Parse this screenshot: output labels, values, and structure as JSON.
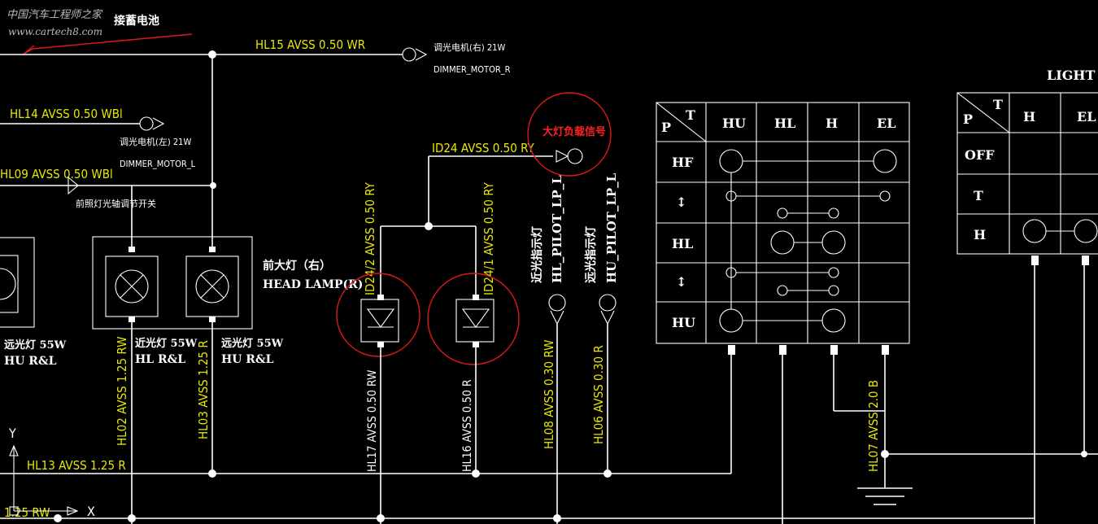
{
  "watermark": {
    "site_cn": "中国汽车工程师之家",
    "site_url": "www.cartech8.com",
    "annotation": "接蓄电池"
  },
  "wires": {
    "hl15": "HL15 AVSS 0.50 WR",
    "hl14": "HL14 AVSS 0.50 WBl",
    "hl09": "HL09 AVSS 0.50 WBl",
    "id24": "ID24 AVSS 0.50 RY",
    "id24_2": "ID24/2 AVSS 0.50 RY",
    "id24_1": "ID24/1 AVSS 0.50 RY",
    "hl02": "HL02 AVSS 1.25 RW",
    "hl03": "HL03 AVSS 1.25 R",
    "hl17": "HL17 AVSS 0.50 RW",
    "hl16": "HL16 AVSS 0.50 R",
    "hl08": "HL08 AVSS 0.30 RW",
    "hl06": "HL06 AVSS 0.30 R",
    "hl07": "HL07 AVSS 2.0 B",
    "hl13": "HL13 AVSS 1.25 R",
    "rw125": "1.25 RW"
  },
  "components": {
    "dimmer_r_cn": "调光电机(右) 21W",
    "dimmer_r": "DIMMER_MOTOR_R",
    "dimmer_l_cn": "调光电机(左) 21W",
    "dimmer_l": "DIMMER_MOTOR_L",
    "dimmer_switch_cn": "前照灯光轴调节开关",
    "head_lamp_cn": "前大灯（右）",
    "head_lamp": "HEAD LAMP(R)",
    "lamp1_cn": "远光灯 55W",
    "lamp1": "HU R&L",
    "lamp2_cn": "近光灯 55W",
    "lamp2": "HL R&L",
    "lamp3_cn": "远光灯 55W",
    "lamp3": "HU R&L",
    "pilot_hl_cn": "近光指示灯",
    "pilot_hl": "HL_PILOT_LP_L",
    "pilot_hu_cn": "远光指示灯",
    "pilot_hu": "HU_PILOT_LP_L",
    "load_signal_cn": "大灯负载信号"
  },
  "axis": {
    "y": "Y",
    "x": "X"
  },
  "switch_table": {
    "corner_p": "P",
    "corner_t": "T",
    "columns": [
      "HU",
      "HL",
      "H",
      "EL"
    ],
    "rows": [
      "HF",
      "↕",
      "HL",
      "↕",
      "HU"
    ]
  },
  "light_switch": {
    "title": "LIGHT SW",
    "corner_p": "P",
    "corner_t": "T",
    "columns": [
      "H",
      "EL"
    ],
    "rows": [
      "OFF",
      "T",
      "H"
    ]
  }
}
